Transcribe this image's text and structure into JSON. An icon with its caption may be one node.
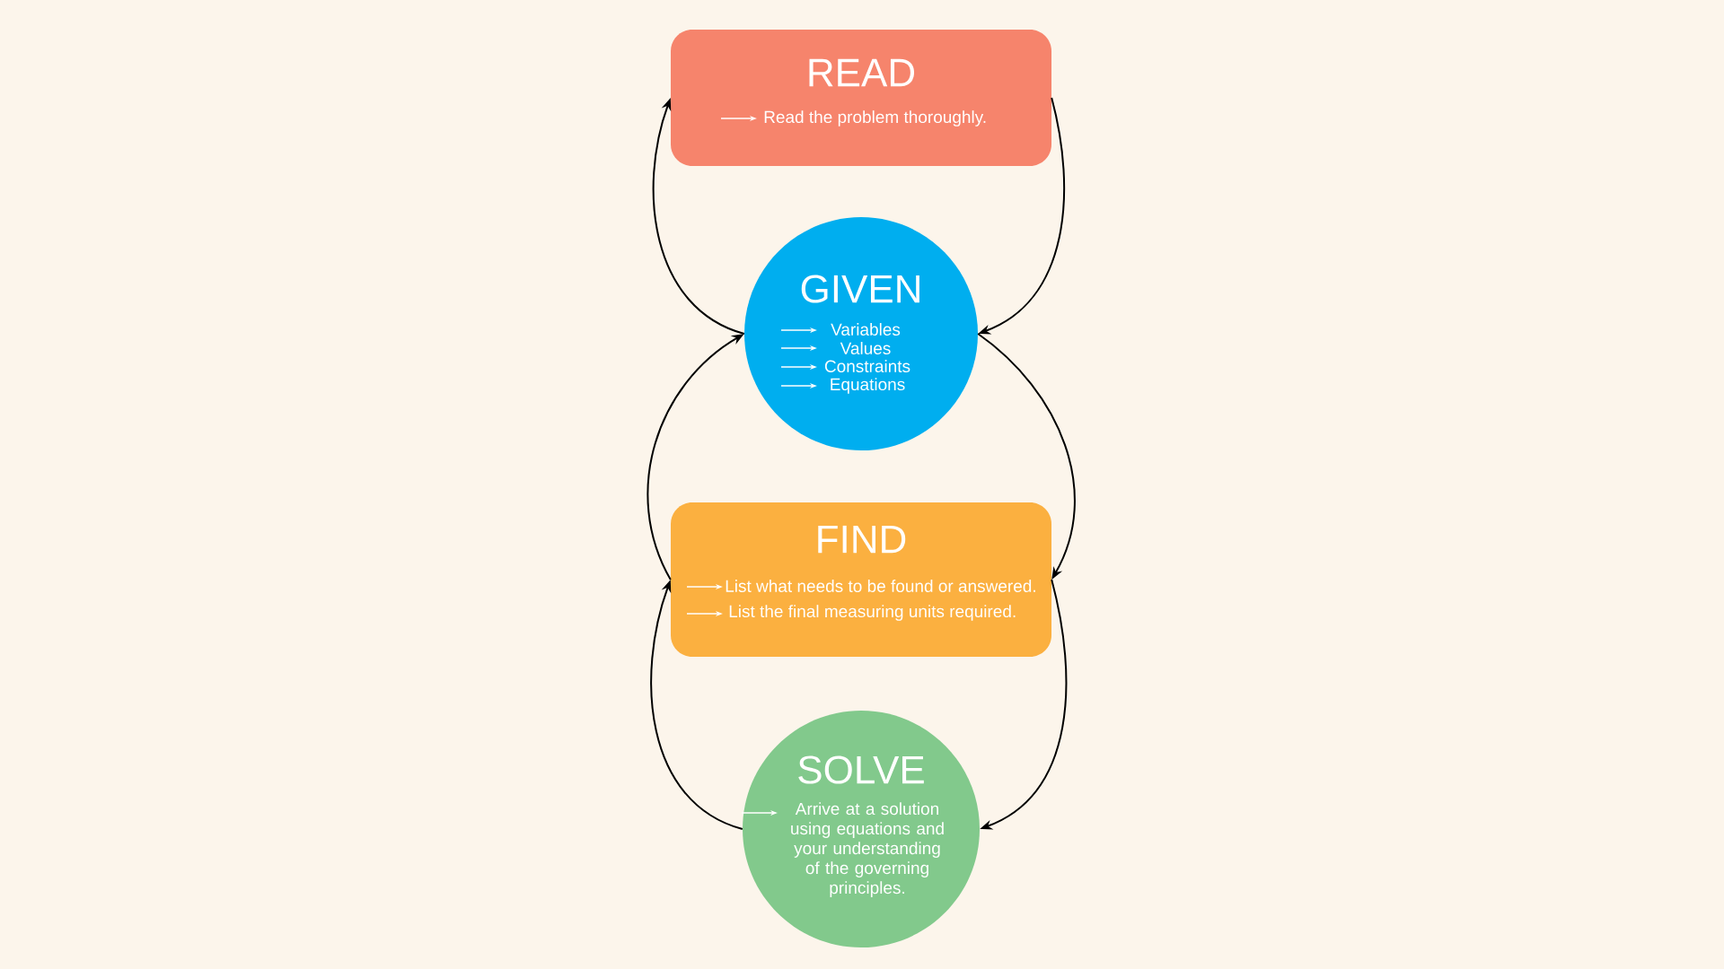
{
  "diagram": {
    "nodes": [
      {
        "text": [
          "READ",
          "Read the problem thoroughly."
        ]
      },
      {
        "text": [
          "GIVEN",
          "Variables",
          "Values",
          "Constraints",
          "Equations"
        ]
      },
      {
        "text": [
          "FIND",
          "List what needs to be found or answered.",
          "List the final measuring units required."
        ]
      },
      {
        "text": [
          "SOLVE",
          "Arrive at a solution using equations and your understanding of the governing principles."
        ]
      }
    ],
    "edges": [
      {
        "from": 0,
        "to": 1,
        "arrow": "to"
      },
      {
        "from": 1,
        "to": 0,
        "arrow": "to"
      },
      {
        "from": 1,
        "to": 2,
        "arrow": "to"
      },
      {
        "from": 2,
        "to": 1,
        "arrow": "to"
      },
      {
        "from": 2,
        "to": 3,
        "arrow": "to"
      },
      {
        "from": 3,
        "to": 2,
        "arrow": "to"
      }
    ]
  }
}
